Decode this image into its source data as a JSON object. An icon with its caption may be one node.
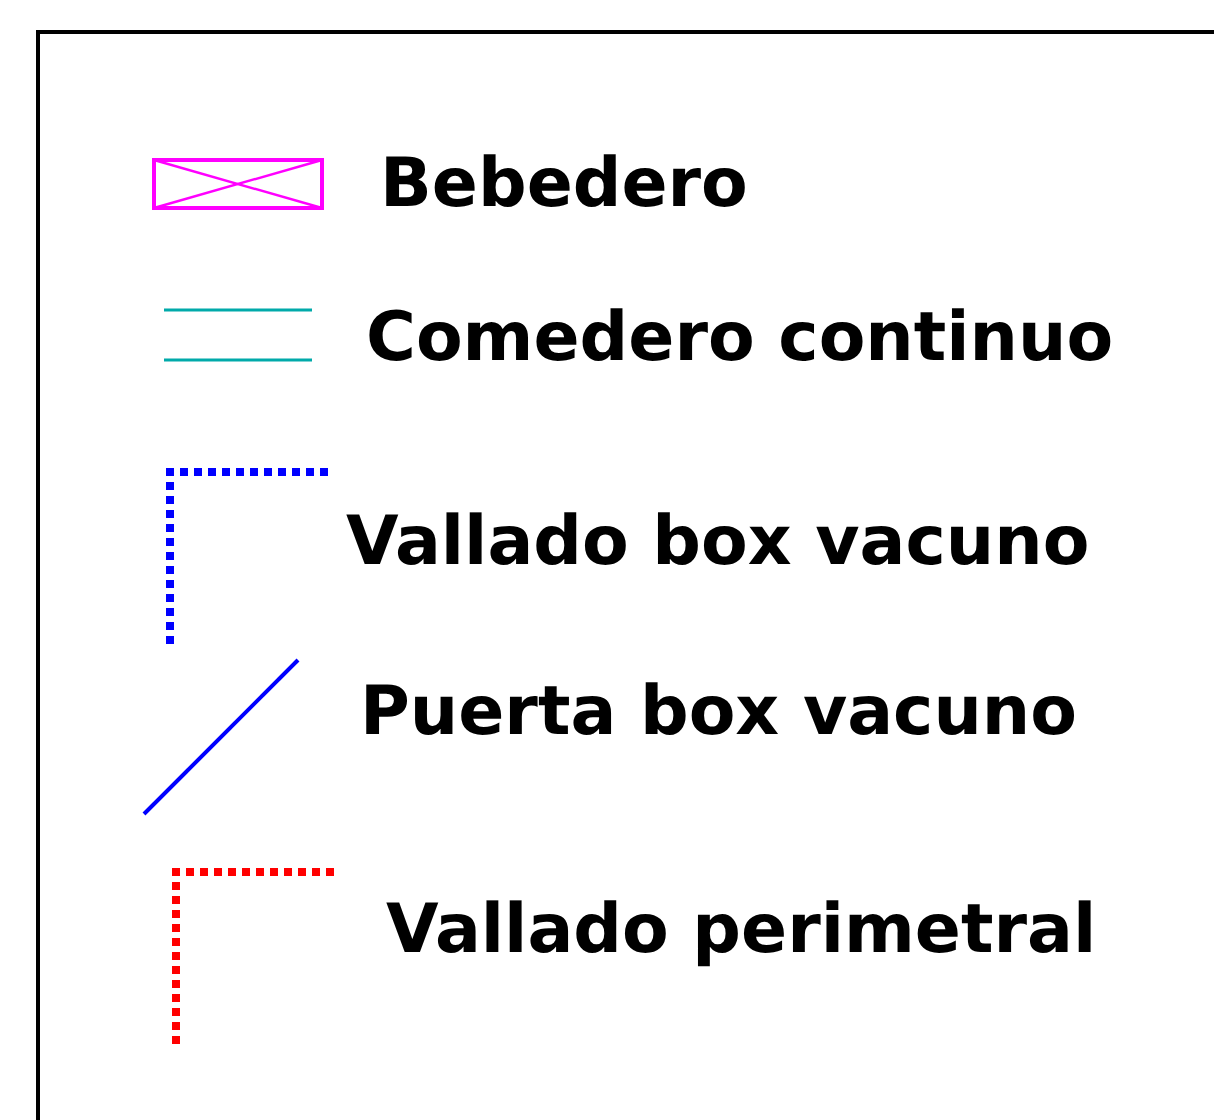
{
  "diagram": {
    "legend": [
      {
        "text": "Bebedero"
      },
      {
        "text": "Comedero continuo"
      },
      {
        "text": "Vallado box vacuno"
      },
      {
        "text": "Puerta box vacuno"
      },
      {
        "text": "Vallado perimetral"
      }
    ]
  }
}
